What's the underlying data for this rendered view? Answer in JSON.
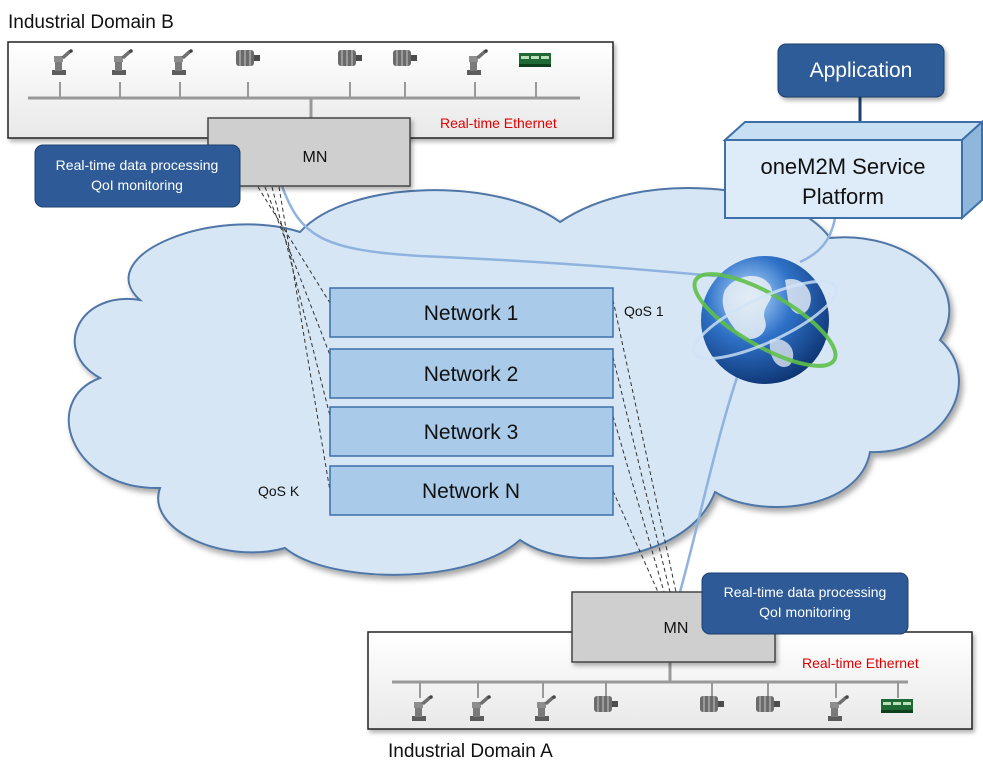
{
  "colors": {
    "cloud_fill": "#d6e6f5",
    "cloud_stroke": "#4f76a6",
    "network_fill": "#a9cbe9",
    "network_stroke": "#3d6fa8",
    "callout_fill": "#2e5b98",
    "mn_fill": "#cfcfcf",
    "real_time_text": "#e00000",
    "link_line": "#8fb3de"
  },
  "domain_b": {
    "title": "Industrial Domain B",
    "bus_label": "Real-time Ethernet",
    "mn_label": "MN",
    "devices": [
      "robot-arm-icon",
      "robot-arm-icon",
      "robot-arm-icon",
      "motor-icon",
      "motor-icon",
      "motor-icon",
      "robot-arm-icon",
      "plc-module-icon"
    ]
  },
  "domain_a": {
    "title": "Industrial Domain A",
    "bus_label": "Real-time Ethernet",
    "mn_label": "MN",
    "devices": [
      "robot-arm-icon",
      "robot-arm-icon",
      "robot-arm-icon",
      "motor-icon",
      "motor-icon",
      "motor-icon",
      "robot-arm-icon",
      "plc-module-icon"
    ]
  },
  "callout_b": {
    "line1": "Real-time data processing",
    "line2": "QoI monitoring"
  },
  "callout_a": {
    "line1": "Real-time data processing",
    "line2": "QoI monitoring"
  },
  "networks": [
    {
      "label": "Network 1"
    },
    {
      "label": "Network 2"
    },
    {
      "label": "Network 3"
    },
    {
      "label": "Network N"
    }
  ],
  "qos": {
    "first": "QoS 1",
    "last": "QoS K"
  },
  "application": {
    "label": "Application"
  },
  "platform": {
    "line1": "oneM2M Service",
    "line2": "Platform"
  },
  "globe": {
    "icon": "globe-icon"
  }
}
